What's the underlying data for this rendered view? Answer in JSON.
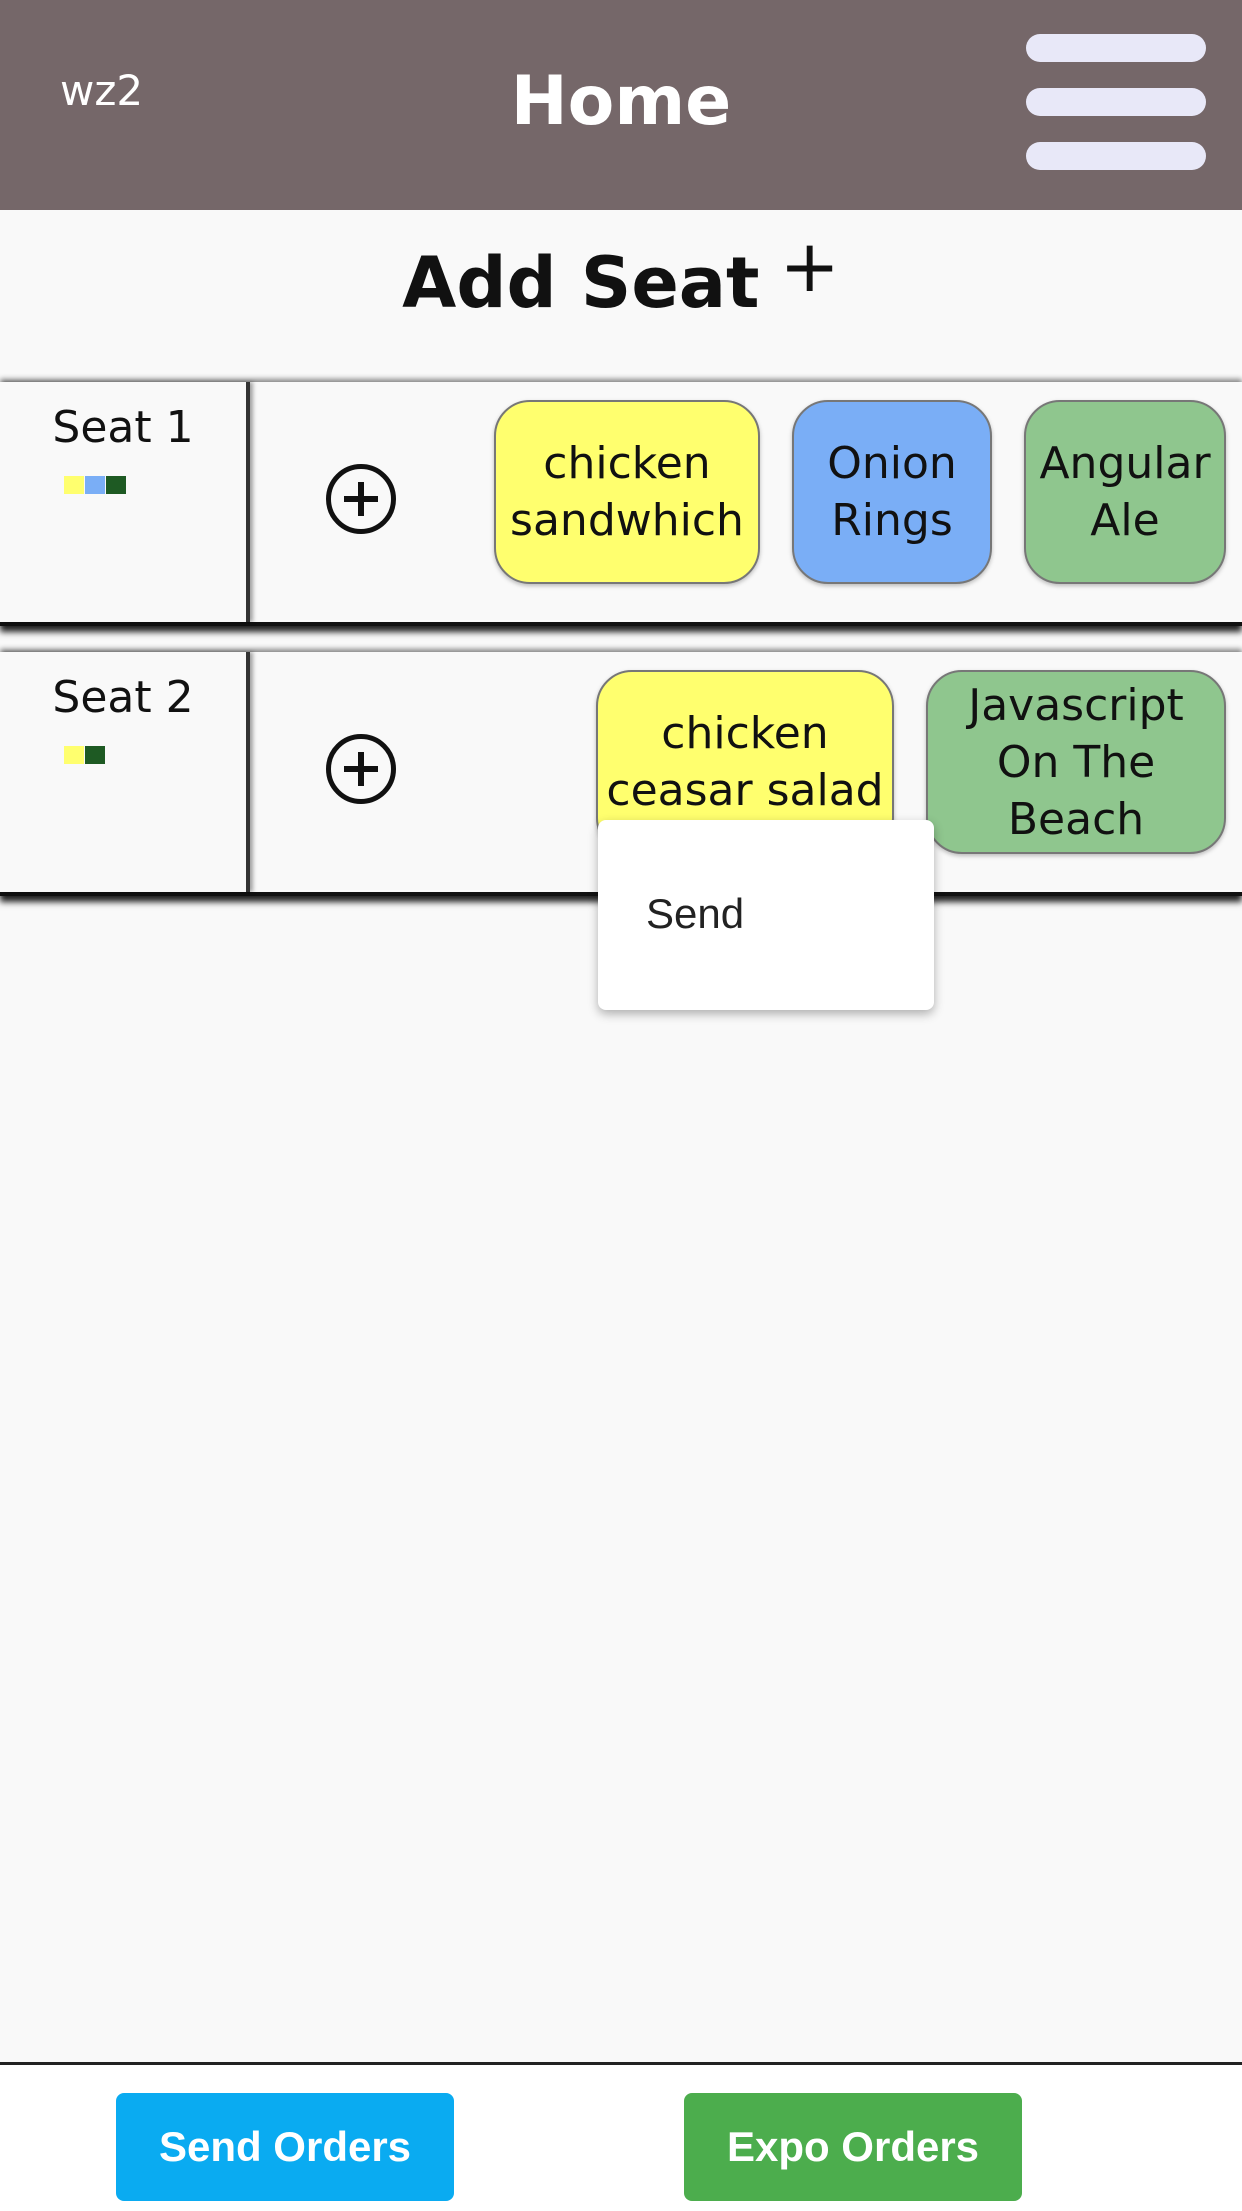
{
  "header": {
    "user": "wz2",
    "title": "Home",
    "menu_icon": "hamburger-menu-icon",
    "background": "#756769"
  },
  "add_seat": {
    "label": "Add Seat",
    "plus": "+"
  },
  "seats": [
    {
      "name": "Seat 1",
      "swatches": [
        "#ffff6e",
        "#7aaef6",
        "#1e5a23"
      ],
      "items": [
        {
          "lines": [
            "chicken",
            "sandwhich"
          ],
          "color": "#ffff6e"
        },
        {
          "lines": [
            "Onion",
            "Rings"
          ],
          "color": "#7aaef6"
        },
        {
          "lines": [
            "Angular",
            "Ale"
          ],
          "color": "#8fc68e"
        }
      ]
    },
    {
      "name": "Seat 2",
      "swatches": [
        "#ffff6e",
        "#1e5a23"
      ],
      "items": [
        {
          "lines": [
            "chicken",
            "ceasar salad"
          ],
          "color": "#ffff6e"
        },
        {
          "lines": [
            "Javascript",
            "On The",
            "Beach"
          ],
          "color": "#8fc68e"
        }
      ]
    }
  ],
  "context_menu": {
    "send": "Send"
  },
  "footer": {
    "send_orders": "Send Orders",
    "send_color": "#0aabf1",
    "expo_orders": "Expo Orders",
    "expo_color": "#4cad4d"
  }
}
